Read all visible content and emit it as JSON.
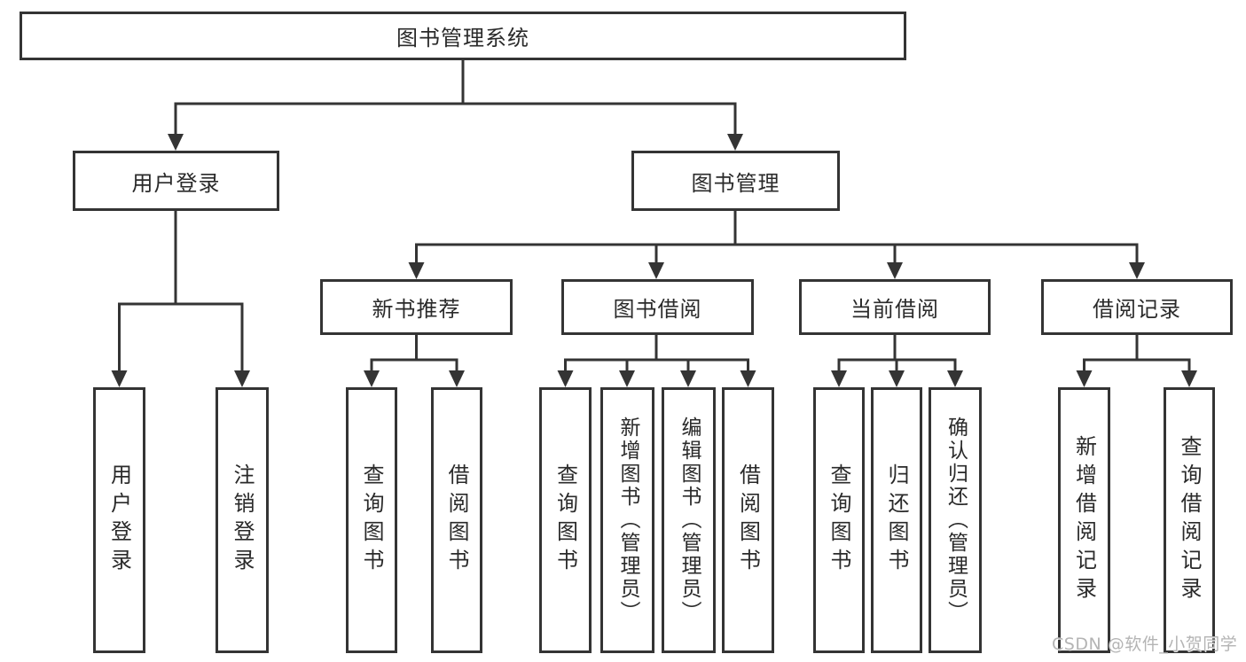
{
  "colors": {
    "line": "#343434",
    "text": "#2a2a2a",
    "box_background": "#ffffff",
    "watermark": "#b4b4b4"
  },
  "watermark": "CSDN @软件_小贺同学",
  "tree": {
    "root": {
      "label": "图书管理系统"
    },
    "level2": [
      {
        "label": "用户登录"
      },
      {
        "label": "图书管理"
      }
    ],
    "level3": [
      {
        "label": "新书推荐"
      },
      {
        "label": "图书借阅"
      },
      {
        "label": "当前借阅"
      },
      {
        "label": "借阅记录"
      }
    ],
    "leaves": {
      "user_login": [
        "用户登录",
        "注销登录"
      ],
      "new_book_recommend": [
        "查询图书",
        "借阅图书"
      ],
      "book_borrow": [
        "查询图书",
        "新增图书（管理员）",
        "编辑图书（管理员）",
        "借阅图书"
      ],
      "current_borrow": [
        "查询图书",
        "归还图书",
        "确认归还（管理员）"
      ],
      "borrow_record": [
        "新增借阅记录",
        "查询借阅记录"
      ]
    }
  }
}
